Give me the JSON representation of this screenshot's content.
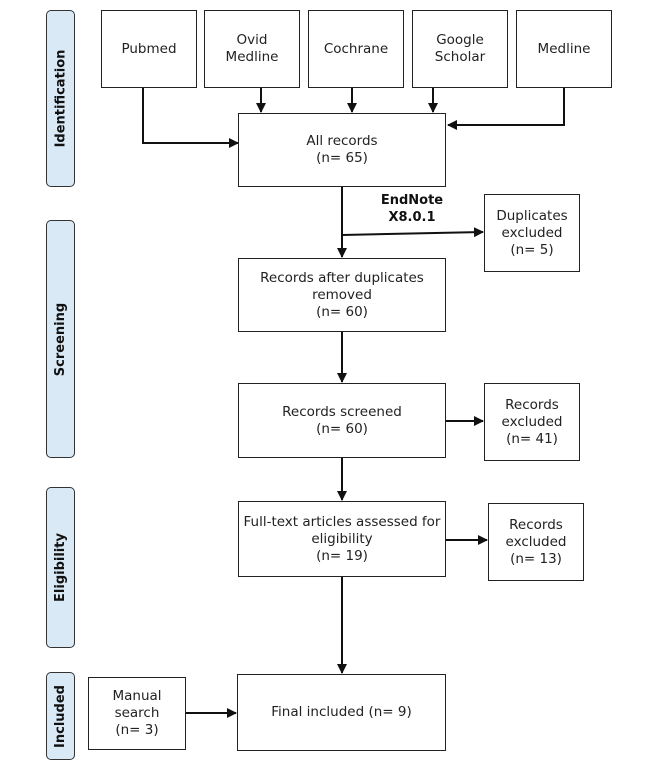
{
  "stages": {
    "identification": "Identification",
    "screening": "Screening",
    "eligibility": "Eligibility",
    "included": "Included"
  },
  "sources": {
    "pubmed": [
      "Pubmed"
    ],
    "ovid_medline": [
      "Ovid",
      "Medline"
    ],
    "cochrane": [
      "Cochrane"
    ],
    "google_scholar": [
      "Google",
      "Scholar"
    ],
    "medline": [
      "Medline"
    ]
  },
  "all_records": [
    "All records",
    "(n= 65)"
  ],
  "endnote": [
    "EndNote",
    "X8.0.1"
  ],
  "duplicates_excluded": [
    "Duplicates",
    "excluded",
    "(n= 5)"
  ],
  "after_duplicates": [
    "Records after duplicates",
    "removed",
    "(n= 60)"
  ],
  "records_screened": [
    "Records screened",
    "(n= 60)"
  ],
  "records_excluded_screening": [
    "Records",
    "excluded",
    "(n= 41)"
  ],
  "fulltext_assessed": [
    "Full-text articles assessed for",
    "eligibility",
    "(n= 19)"
  ],
  "records_excluded_eligibility": [
    "Records",
    "excluded",
    "(n= 13)"
  ],
  "manual_search": [
    "Manual",
    "search",
    "(n= 3)"
  ],
  "final_included": [
    "Final included (n= 9)"
  ]
}
